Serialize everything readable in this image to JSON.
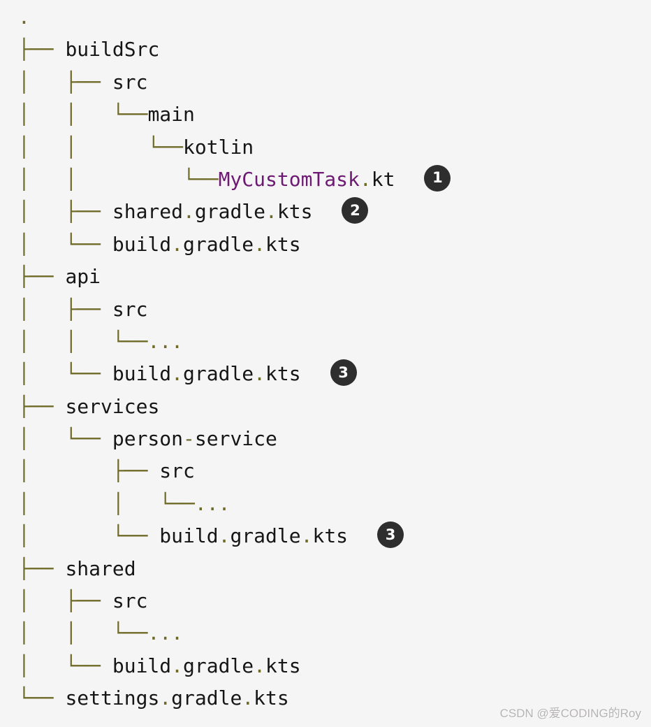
{
  "colors": {
    "background": "#f5f5f5",
    "tree_lines": "#6e6a28",
    "text": "#161616",
    "highlight_purple": "#6d1a73",
    "badge_bg": "#2e2e2e",
    "badge_text": "#ffffff",
    "watermark": "#b5b3b3"
  },
  "watermark": {
    "text": "CSDN @爱CODING的Roy"
  },
  "tree": {
    "lines": [
      {
        "segments": [
          [
            "punct",
            "."
          ]
        ]
      },
      {
        "segments": [
          [
            "tree",
            "├── "
          ],
          [
            "text",
            "buildSrc"
          ]
        ]
      },
      {
        "segments": [
          [
            "tree",
            "│   ├── "
          ],
          [
            "text",
            "src"
          ]
        ]
      },
      {
        "segments": [
          [
            "tree",
            "│   │   └──"
          ],
          [
            "text",
            "main"
          ]
        ]
      },
      {
        "segments": [
          [
            "tree",
            "│   │      └──"
          ],
          [
            "text",
            "kotlin"
          ]
        ]
      },
      {
        "segments": [
          [
            "tree",
            "│   │         └──"
          ],
          [
            "purple",
            "MyCustomTask"
          ],
          [
            "punct",
            "."
          ],
          [
            "text",
            "kt"
          ]
        ],
        "badge": "1"
      },
      {
        "segments": [
          [
            "tree",
            "│   ├── "
          ],
          [
            "text",
            "shared"
          ],
          [
            "punct",
            "."
          ],
          [
            "text",
            "gradle"
          ],
          [
            "punct",
            "."
          ],
          [
            "text",
            "kts"
          ]
        ],
        "badge": "2"
      },
      {
        "segments": [
          [
            "tree",
            "│   └── "
          ],
          [
            "text",
            "build"
          ],
          [
            "punct",
            "."
          ],
          [
            "text",
            "gradle"
          ],
          [
            "punct",
            "."
          ],
          [
            "text",
            "kts"
          ]
        ]
      },
      {
        "segments": [
          [
            "tree",
            "├── "
          ],
          [
            "text",
            "api"
          ]
        ]
      },
      {
        "segments": [
          [
            "tree",
            "│   ├── "
          ],
          [
            "text",
            "src"
          ]
        ]
      },
      {
        "segments": [
          [
            "tree",
            "│   │   └──"
          ],
          [
            "punct",
            "..."
          ]
        ]
      },
      {
        "segments": [
          [
            "tree",
            "│   └── "
          ],
          [
            "text",
            "build"
          ],
          [
            "punct",
            "."
          ],
          [
            "text",
            "gradle"
          ],
          [
            "punct",
            "."
          ],
          [
            "text",
            "kts"
          ]
        ],
        "badge": "3"
      },
      {
        "segments": [
          [
            "tree",
            "├── "
          ],
          [
            "text",
            "services"
          ]
        ]
      },
      {
        "segments": [
          [
            "tree",
            "│   └── "
          ],
          [
            "text",
            "person"
          ],
          [
            "punct",
            "-"
          ],
          [
            "text",
            "service"
          ]
        ]
      },
      {
        "segments": [
          [
            "tree",
            "│       ├── "
          ],
          [
            "text",
            "src"
          ]
        ]
      },
      {
        "segments": [
          [
            "tree",
            "│       │   └──"
          ],
          [
            "punct",
            "..."
          ]
        ]
      },
      {
        "segments": [
          [
            "tree",
            "│       └── "
          ],
          [
            "text",
            "build"
          ],
          [
            "punct",
            "."
          ],
          [
            "text",
            "gradle"
          ],
          [
            "punct",
            "."
          ],
          [
            "text",
            "kts"
          ]
        ],
        "badge": "3"
      },
      {
        "segments": [
          [
            "tree",
            "├── "
          ],
          [
            "text",
            "shared"
          ]
        ]
      },
      {
        "segments": [
          [
            "tree",
            "│   ├── "
          ],
          [
            "text",
            "src"
          ]
        ]
      },
      {
        "segments": [
          [
            "tree",
            "│   │   └──"
          ],
          [
            "punct",
            "..."
          ]
        ]
      },
      {
        "segments": [
          [
            "tree",
            "│   └── "
          ],
          [
            "text",
            "build"
          ],
          [
            "punct",
            "."
          ],
          [
            "text",
            "gradle"
          ],
          [
            "punct",
            "."
          ],
          [
            "text",
            "kts"
          ]
        ]
      },
      {
        "segments": [
          [
            "tree",
            "└── "
          ],
          [
            "text",
            "settings"
          ],
          [
            "punct",
            "."
          ],
          [
            "text",
            "gradle"
          ],
          [
            "punct",
            "."
          ],
          [
            "text",
            "kts"
          ]
        ]
      }
    ]
  }
}
